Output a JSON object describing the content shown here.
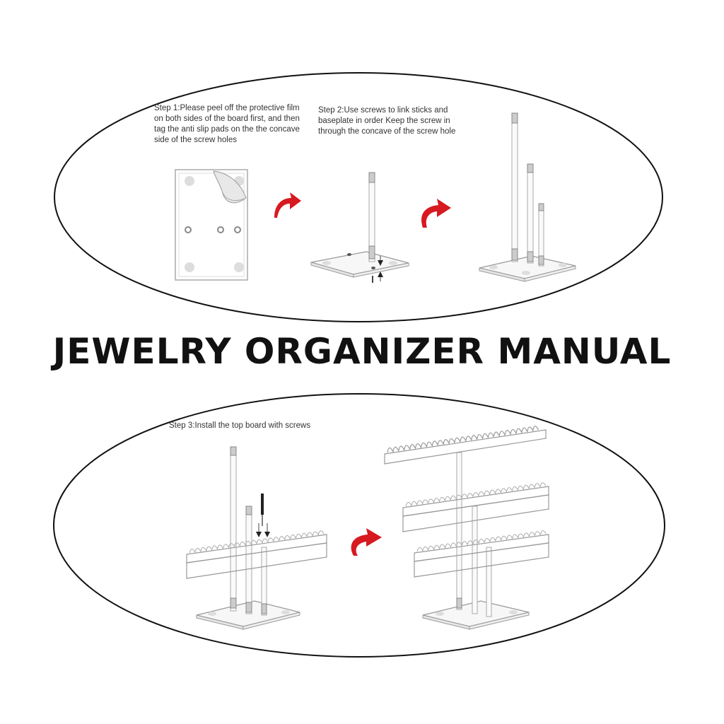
{
  "manual": {
    "title": "JEWELRY ORGANIZER MANUAL",
    "steps": [
      {
        "label": "Step 1:",
        "text": "Please peel off the protective film on both sides of the board first, and then tag the anti slip pads on the the concave side of the screw holes"
      },
      {
        "label": "Step 2:",
        "text": "Use screws to link sticks and baseplate in order Keep the screw in through the concave of the screw hole"
      },
      {
        "label": "Step 3:",
        "text": "Install the top board with screws"
      }
    ],
    "arrow_color": "#d71920"
  }
}
